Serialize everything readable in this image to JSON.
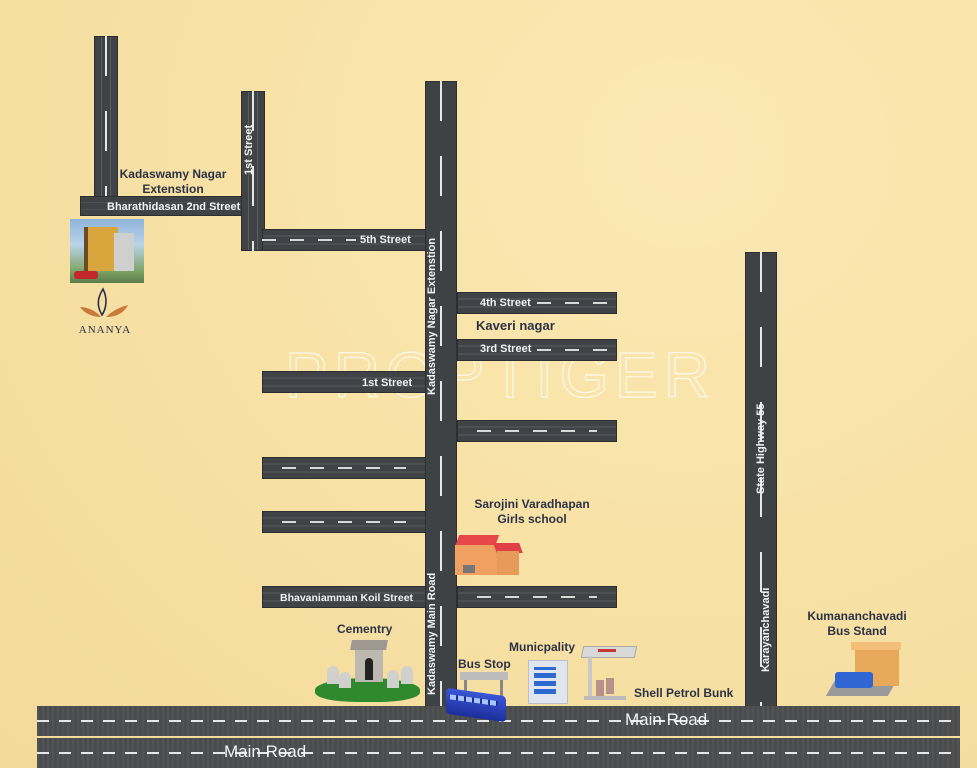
{
  "map": {
    "watermark": "PROPTIGER",
    "project": {
      "logo_text": "ANANYA",
      "area_label_line1": "Kadaswamy Nagar",
      "area_label_line2": "Extenstion"
    },
    "roads": {
      "bharathidasan": "Bharathidasan 2nd Street",
      "first_street_vertical": "1st Street",
      "fifth_street": "5th Street",
      "main_vertical": "Kadaswamy Nagar Extenstion",
      "main_vertical_lower": "Kadaswamy Main Road",
      "fourth_street": "4th Street",
      "third_street": "3rd Street",
      "first_street": "1st Street",
      "bhavaniamman": "Bhavaniamman Koil Street",
      "state_highway": "State Highway 55",
      "karayanchavadi": "Karayanchavadi",
      "main_road_upper": "Main Road",
      "main_road_lower": "Main Road"
    },
    "areas": {
      "kaveri_nagar": "Kaveri nagar"
    },
    "landmarks": {
      "school_line1": "Sarojini Varadhapan",
      "school_line2": "Girls school",
      "cemetery": "Cementry",
      "bus_stop": "Bus Stop",
      "municipality": "Municpality",
      "petrol_bunk": "Shell Petrol Bunk",
      "bus_stand_line1": "Kumananchavadi",
      "bus_stand_line2": "Bus Stand"
    },
    "colors": {
      "background": "#f8e2a6",
      "road": "#3f4346",
      "label_dark": "#2d3146"
    }
  }
}
